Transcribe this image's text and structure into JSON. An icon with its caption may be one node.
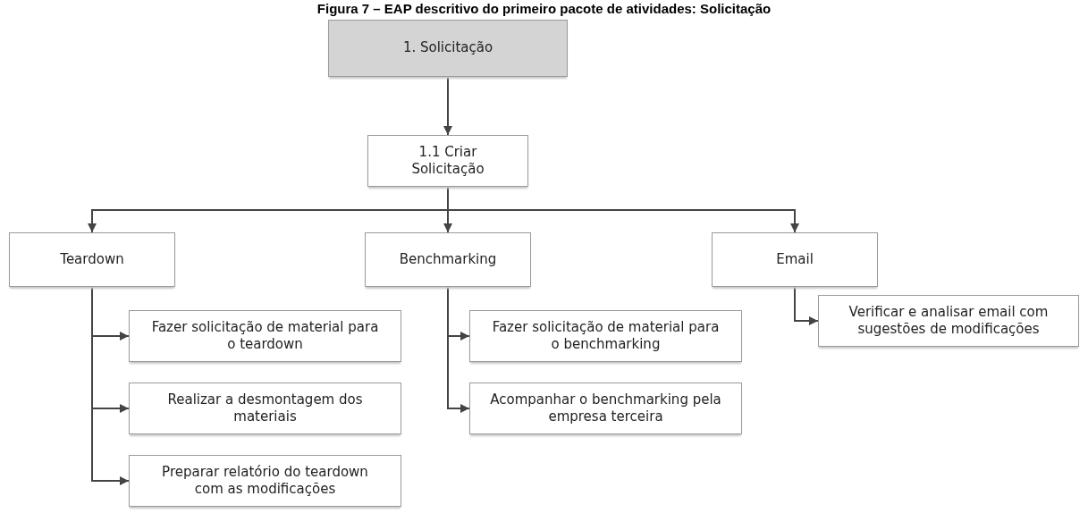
{
  "diagram": {
    "title": "Figura 7 – EAP descritivo do primeiro pacote de atividades: Solicitação",
    "nodes": [
      {
        "text": [
          "1. Solicitação"
        ]
      },
      {
        "text": [
          "1.1 Criar Solicitação"
        ]
      },
      {
        "text": [
          "Teardown"
        ]
      },
      {
        "text": [
          "Benchmarking"
        ]
      },
      {
        "text": [
          "Email"
        ]
      },
      {
        "text": [
          "Fazer solicitação de material para o teardown"
        ]
      },
      {
        "text": [
          "Realizar a desmontagem dos materiais"
        ]
      },
      {
        "text": [
          "Preparar relatório do teardown com as modificações"
        ]
      },
      {
        "text": [
          "Fazer solicitação de material para o benchmarking"
        ]
      },
      {
        "text": [
          "Acompanhar o benchmarking pela empresa terceira"
        ]
      },
      {
        "text": [
          "Verificar e analisar email com sugestões de modificações"
        ]
      }
    ],
    "edges": [
      {
        "from": 0,
        "to": 1,
        "arrow": "to"
      },
      {
        "from": 1,
        "to": 2,
        "arrow": "to"
      },
      {
        "from": 1,
        "to": 3,
        "arrow": "to"
      },
      {
        "from": 1,
        "to": 4,
        "arrow": "to"
      },
      {
        "from": 2,
        "to": 5,
        "arrow": "to"
      },
      {
        "from": 2,
        "to": 6,
        "arrow": "to"
      },
      {
        "from": 2,
        "to": 7,
        "arrow": "to"
      },
      {
        "from": 3,
        "to": 8,
        "arrow": "to"
      },
      {
        "from": 3,
        "to": 9,
        "arrow": "to"
      },
      {
        "from": 4,
        "to": 10,
        "arrow": "to"
      }
    ]
  }
}
